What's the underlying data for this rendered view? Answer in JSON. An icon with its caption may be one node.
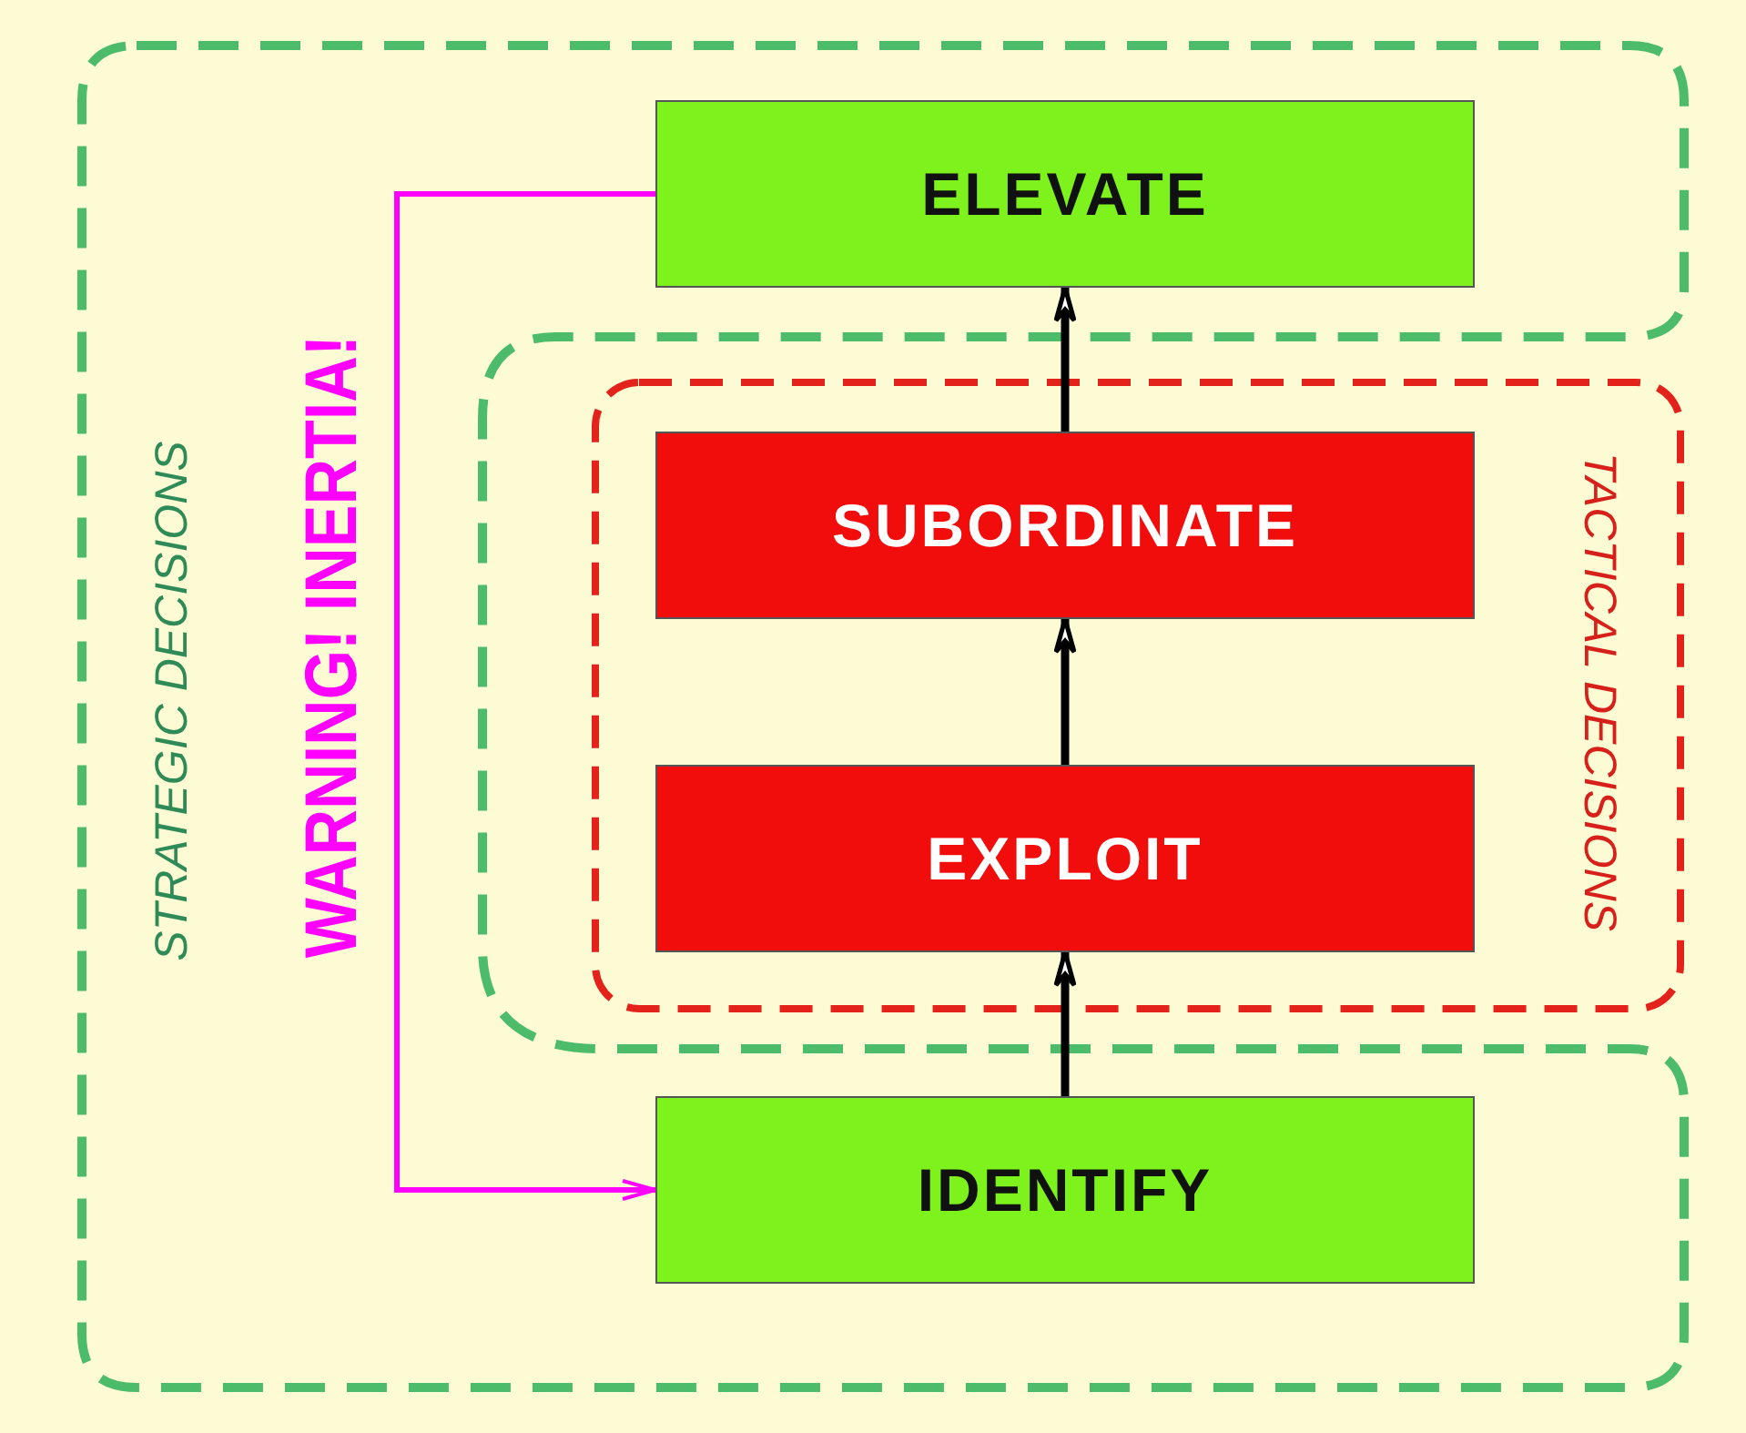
{
  "diagram": {
    "nodes": [
      {
        "text": [
          "STRATEGIC DECISIONS"
        ]
      },
      {
        "text": [
          "ELEVATE"
        ],
        "in": 0
      },
      {
        "text": [
          "TACTICAL DECISIONS"
        ]
      },
      {
        "text": [
          "SUBORDINATE"
        ],
        "in": 2
      },
      {
        "text": [
          "EXPLOIT"
        ],
        "in": 2
      },
      {
        "text": [
          "IDENTIFY"
        ],
        "in": 0
      }
    ],
    "edges": [
      {
        "from": 5,
        "to": 4,
        "arrow": "to"
      },
      {
        "from": 4,
        "to": 3,
        "arrow": "to"
      },
      {
        "from": 3,
        "to": 1,
        "arrow": "to"
      },
      {
        "from": 1,
        "to": 5,
        "arrow": "to",
        "label": "WARNING! INERTIA!",
        "color": "#ff00ff"
      }
    ]
  }
}
